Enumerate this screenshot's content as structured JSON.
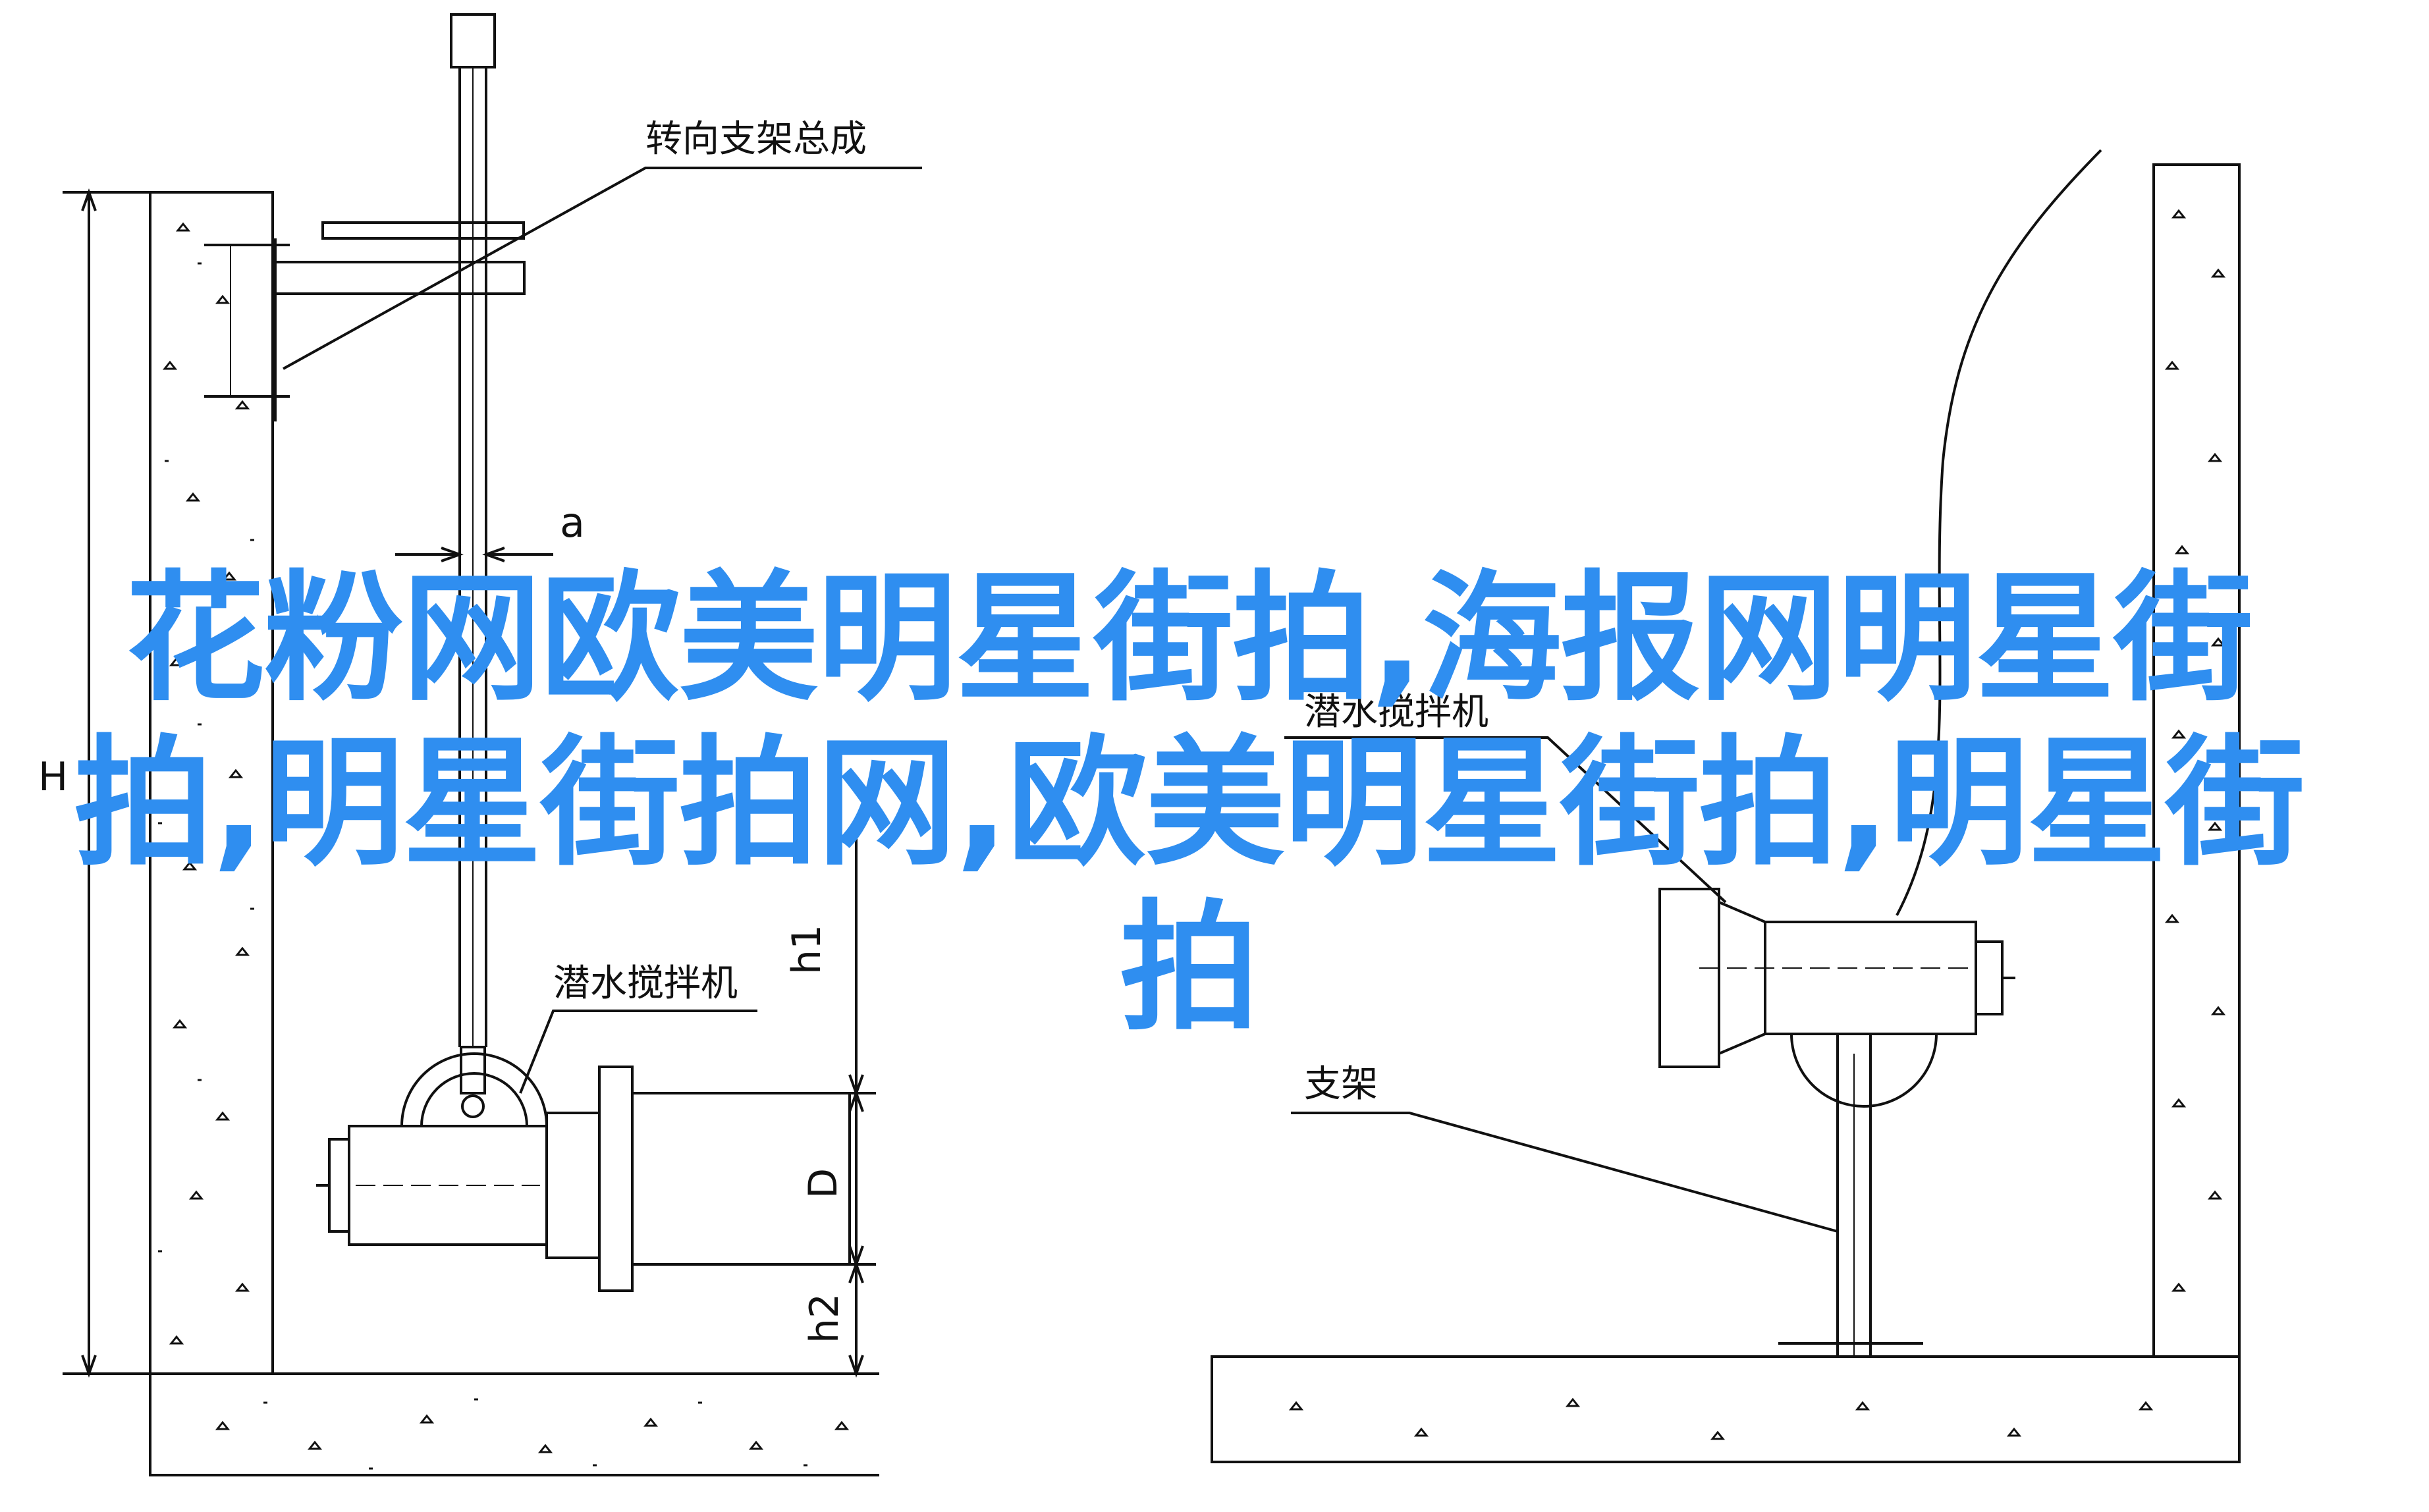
{
  "labels": {
    "bracket_assembly": "转向支架总成",
    "mixer": "潜水搅拌机",
    "mixer_right": "潜水搅拌机",
    "support": "支架",
    "dim_a": "a",
    "dim_h1": "h1",
    "dim_d": "D",
    "dim_h2": "h2",
    "dim_h": "H"
  },
  "overlay_text": "花粉网欧美明星街拍,海报网明星街拍,明星街拍网,欧美明星街拍,明星街拍",
  "colors": {
    "line": "#111111",
    "overlay": "#2f8ef0"
  }
}
